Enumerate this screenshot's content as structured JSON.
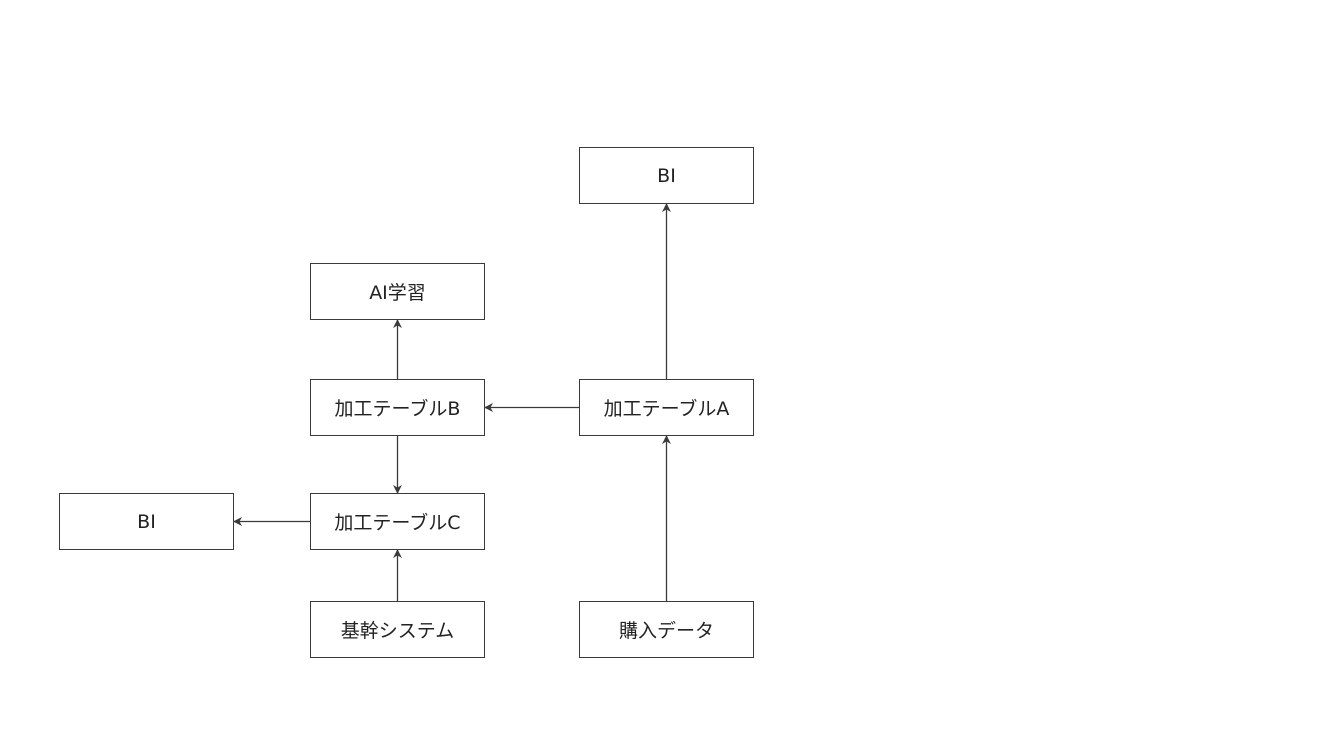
{
  "diagram": {
    "nodes": [
      {
        "id": "bi_top",
        "label": "BI"
      },
      {
        "id": "ai_learning",
        "label": "AI学習"
      },
      {
        "id": "table_b",
        "label": "加工テーブルB"
      },
      {
        "id": "table_a",
        "label": "加工テーブルA"
      },
      {
        "id": "bi_left",
        "label": "BI"
      },
      {
        "id": "table_c",
        "label": "加工テーブルC"
      },
      {
        "id": "core_system",
        "label": "基幹システム"
      },
      {
        "id": "purchase_data",
        "label": "購入データ"
      }
    ],
    "edges": [
      {
        "from": "purchase_data",
        "to": "table_a"
      },
      {
        "from": "table_a",
        "to": "bi_top"
      },
      {
        "from": "table_a",
        "to": "table_b"
      },
      {
        "from": "table_b",
        "to": "ai_learning"
      },
      {
        "from": "table_b",
        "to": "table_c"
      },
      {
        "from": "core_system",
        "to": "table_c"
      },
      {
        "from": "table_c",
        "to": "bi_left"
      }
    ],
    "colors": {
      "stroke": "#3a3a3a",
      "text": "#222222",
      "background": "#ffffff"
    }
  }
}
